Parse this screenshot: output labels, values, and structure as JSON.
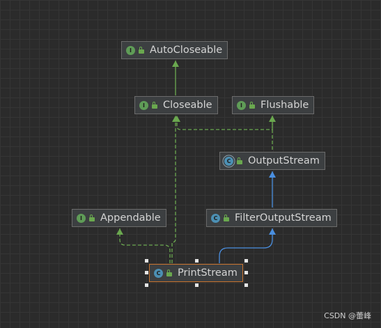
{
  "diagram": {
    "nodes": [
      {
        "id": "autocloseable",
        "label": "AutoCloseable",
        "kind": "I",
        "kind_name": "interface"
      },
      {
        "id": "closeable",
        "label": "Closeable",
        "kind": "I",
        "kind_name": "interface"
      },
      {
        "id": "flushable",
        "label": "Flushable",
        "kind": "I",
        "kind_name": "interface"
      },
      {
        "id": "outputstream",
        "label": "OutputStream",
        "kind": "C",
        "kind_name": "abstract-class"
      },
      {
        "id": "appendable",
        "label": "Appendable",
        "kind": "I",
        "kind_name": "interface"
      },
      {
        "id": "filteroutputstream",
        "label": "FilterOutputStream",
        "kind": "C",
        "kind_name": "class"
      },
      {
        "id": "printstream",
        "label": "PrintStream",
        "kind": "C",
        "kind_name": "class",
        "selected": true
      }
    ],
    "edges": [
      {
        "from": "closeable",
        "to": "autocloseable",
        "type": "extends-interface"
      },
      {
        "from": "outputstream",
        "to": "closeable",
        "type": "implements"
      },
      {
        "from": "outputstream",
        "to": "flushable",
        "type": "implements"
      },
      {
        "from": "filteroutputstream",
        "to": "outputstream",
        "type": "extends"
      },
      {
        "from": "printstream",
        "to": "filteroutputstream",
        "type": "extends"
      },
      {
        "from": "printstream",
        "to": "appendable",
        "type": "implements"
      },
      {
        "from": "printstream",
        "to": "closeable",
        "type": "implements"
      }
    ],
    "colors": {
      "implements": "#6aa84f",
      "extends": "#4a8fe0",
      "selected_border": "#c8742f",
      "node_background": "#3c3f41"
    }
  },
  "watermark": "CSDN @蕾峰"
}
